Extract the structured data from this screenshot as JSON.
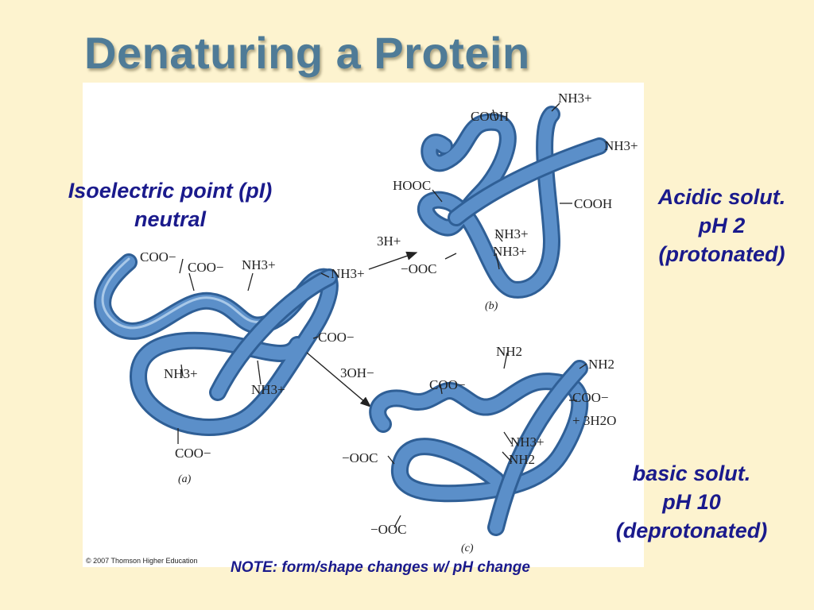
{
  "slide": {
    "title": "Denaturing a Protein",
    "note": "NOTE: form/shape changes w/ pH change",
    "copyright": "© 2007 Thomson Higher Education"
  },
  "labels": {
    "neutral": [
      "Isoelectric point (pI)",
      "neutral"
    ],
    "acidic": [
      "Acidic solut.",
      "pH 2",
      "(protonated)"
    ],
    "basic": [
      "basic solut.",
      "pH 10",
      "(deprotonated)"
    ]
  },
  "figure": {
    "a": {
      "caption": "(a)",
      "groups": [
        "COO−",
        "COO−",
        "NH3+",
        "NH3+",
        "COO−",
        "NH3+",
        "NH3+",
        "COO−"
      ]
    },
    "b": {
      "caption": "(b)",
      "reagent": "3H+",
      "groups": [
        "COOH",
        "NH3+",
        "NH3+",
        "HOOC",
        "COOH",
        "NH3+",
        "NH3+",
        "−OOC"
      ]
    },
    "c": {
      "caption": "(c)",
      "reagent": "3OH−",
      "product": "+ 3H2O",
      "groups": [
        "NH2",
        "NH2",
        "COO−",
        "COO−",
        "NH3+",
        "NH2",
        "−OOC",
        "−OOC"
      ]
    }
  },
  "colors": {
    "background": "#fdf3cf",
    "title": "#4f7b97",
    "label_text": "#1a1a8c",
    "ribbon": "#5b8fc9"
  }
}
